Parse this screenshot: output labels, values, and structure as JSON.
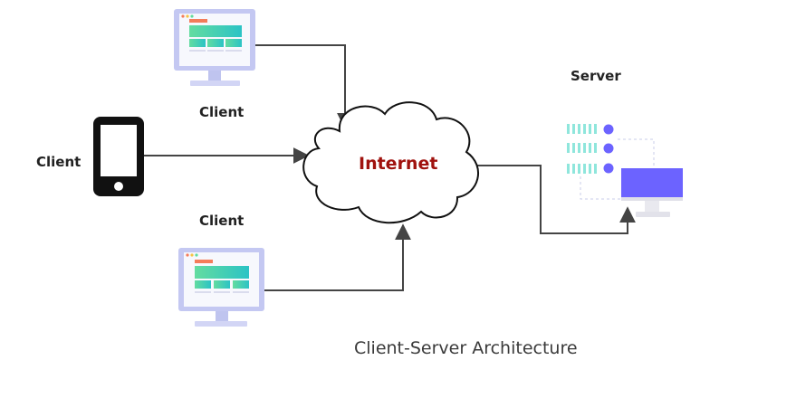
{
  "labels": {
    "client_top": "Client",
    "client_left": "Client",
    "client_bottom": "Client",
    "internet": "Internet",
    "server": "Server"
  },
  "caption": "Client-Server Architecture",
  "colors": {
    "monitor_frame": "#c4c8f2",
    "monitor_screen": "#f7f8fd",
    "monitor_stand": "#bfc4ef",
    "screen_gradient_start": "#63dca0",
    "screen_gradient_end": "#2bc3c5",
    "screen_tab": "#f47c5a",
    "phone_body": "#111111",
    "phone_screen": "#ffffff",
    "connector": "#444444",
    "cloud_stroke": "#111111",
    "internet_text": "#a0120e",
    "server_dot": "#6c63ff",
    "server_bars": "#8fe6dc",
    "server_monitor": "#6c63ff",
    "server_stand": "#e9e9ef"
  },
  "icons": {
    "client_top": "desktop-monitor-icon",
    "client_left": "mobile-phone-icon",
    "client_bottom": "desktop-monitor-icon",
    "internet": "cloud-icon",
    "server": "server-rack-icon"
  }
}
